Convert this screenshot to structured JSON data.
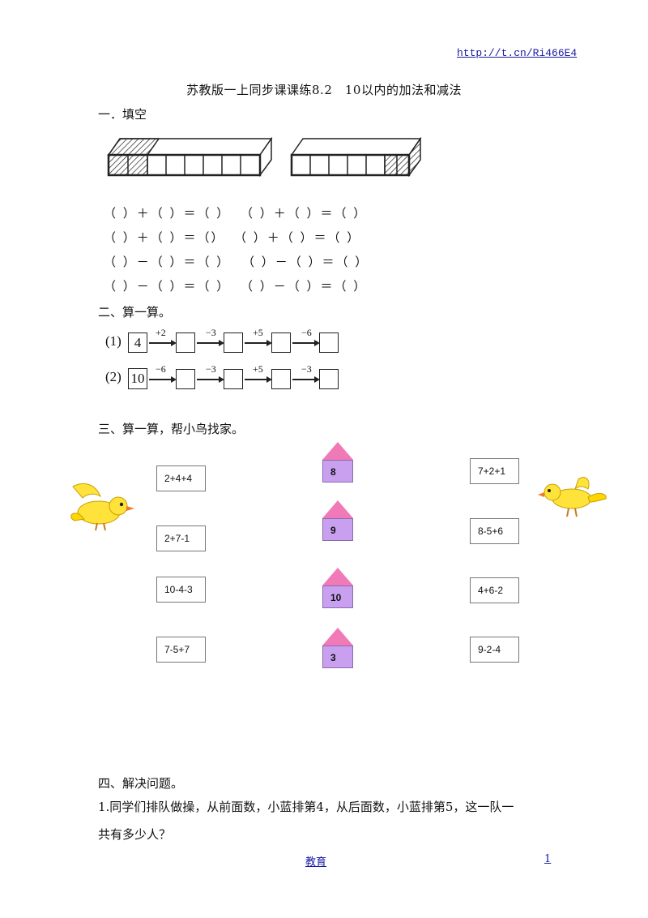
{
  "header_link": "http://t.cn/Ri466E4",
  "title": "苏教版一上同步课课练8.2　10以内的加法和减法",
  "section1": {
    "heading": "一．填空",
    "equations": [
      [
        "（ ）＋（ ）＝（ ）",
        "（ ）＋（ ）＝（ ）"
      ],
      [
        "（ ）＋（ ）＝（）",
        "（ ）＋（ ）＝（ ）"
      ],
      [
        "（ ）－（ ）＝（ ）",
        "（ ）－（ ）＝（ ）"
      ],
      [
        "（ ）－（ ）＝（ ）",
        "（ ）－（ ）＝（ ）"
      ]
    ]
  },
  "section2": {
    "heading": "二、算一算。",
    "chains": [
      {
        "label": "(1)",
        "start": "4",
        "ops": [
          "+2",
          "−3",
          "+5",
          "−6"
        ]
      },
      {
        "label": "(2)",
        "start": "10",
        "ops": [
          "−6",
          "−3",
          "+5",
          "−3"
        ]
      }
    ]
  },
  "section3": {
    "heading": "三、算一算，帮小鸟找家。",
    "left_exprs": [
      "2+4+4",
      "2+7-1",
      "10-4-3",
      "7-5+7"
    ],
    "houses": [
      "8",
      "9",
      "10",
      "3"
    ],
    "right_exprs": [
      "7+2+1",
      "8-5+6",
      "4+6-2",
      "9-2-4"
    ]
  },
  "section4": {
    "heading": "四、解决问题。",
    "problem_line1": "1.同学们排队做操，从前面数，小蓝排第4，从后面数，小蓝排第5，这一队一",
    "problem_line2": "共有多少人？"
  },
  "footer": {
    "center": "教育",
    "page": "1"
  }
}
